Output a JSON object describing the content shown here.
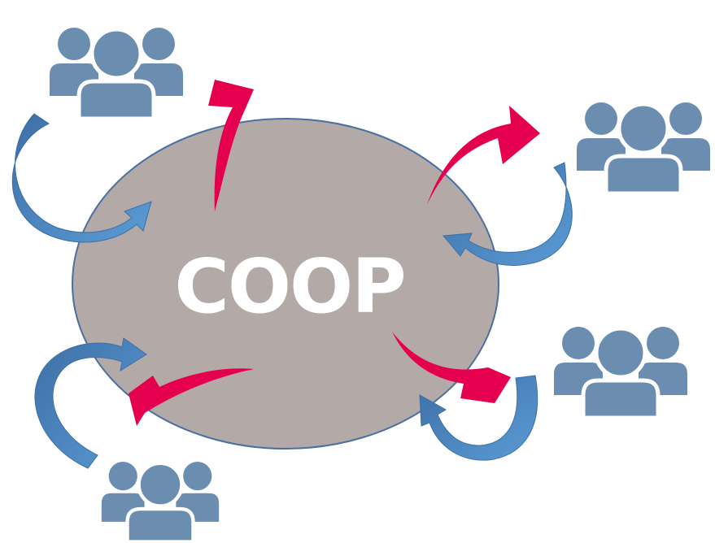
{
  "diagram": {
    "center_label": "COOP",
    "groups": [
      {
        "id": "top-left",
        "icon": "people-group-icon"
      },
      {
        "id": "top-right",
        "icon": "people-group-icon"
      },
      {
        "id": "right",
        "icon": "people-group-icon"
      },
      {
        "id": "bottom",
        "icon": "people-group-icon"
      }
    ],
    "colors": {
      "ellipse_fill": "#B3A9A7",
      "ellipse_stroke": "#4A6FA3",
      "people": "#6A8DB0",
      "inflow_arrow": "#5B9BD5",
      "inflow_arrow_dark": "#3D6FA6",
      "outflow_arrow": "#E5004F",
      "center_text": "#FFFFFF"
    }
  }
}
